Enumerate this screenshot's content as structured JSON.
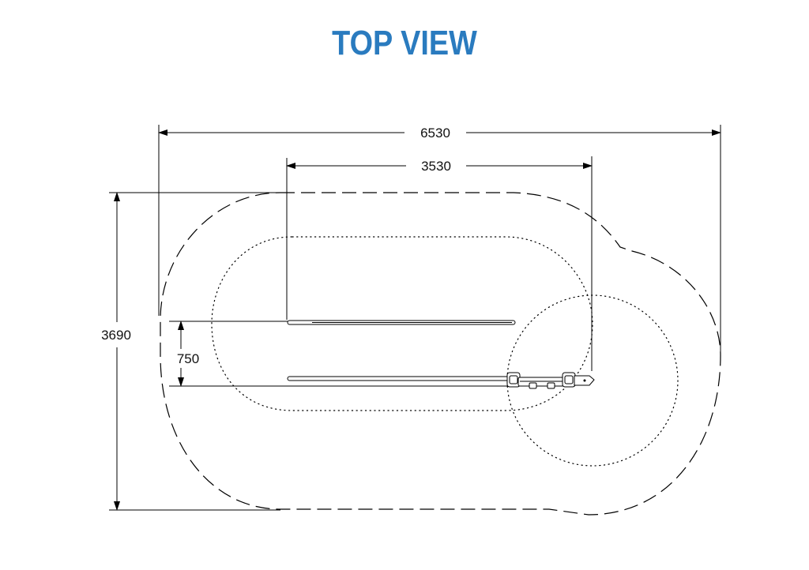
{
  "title": "TOP VIEW",
  "dimensions": {
    "overall_width": "6530",
    "inner_width": "3530",
    "overall_depth": "3690",
    "rail_spacing": "750"
  }
}
